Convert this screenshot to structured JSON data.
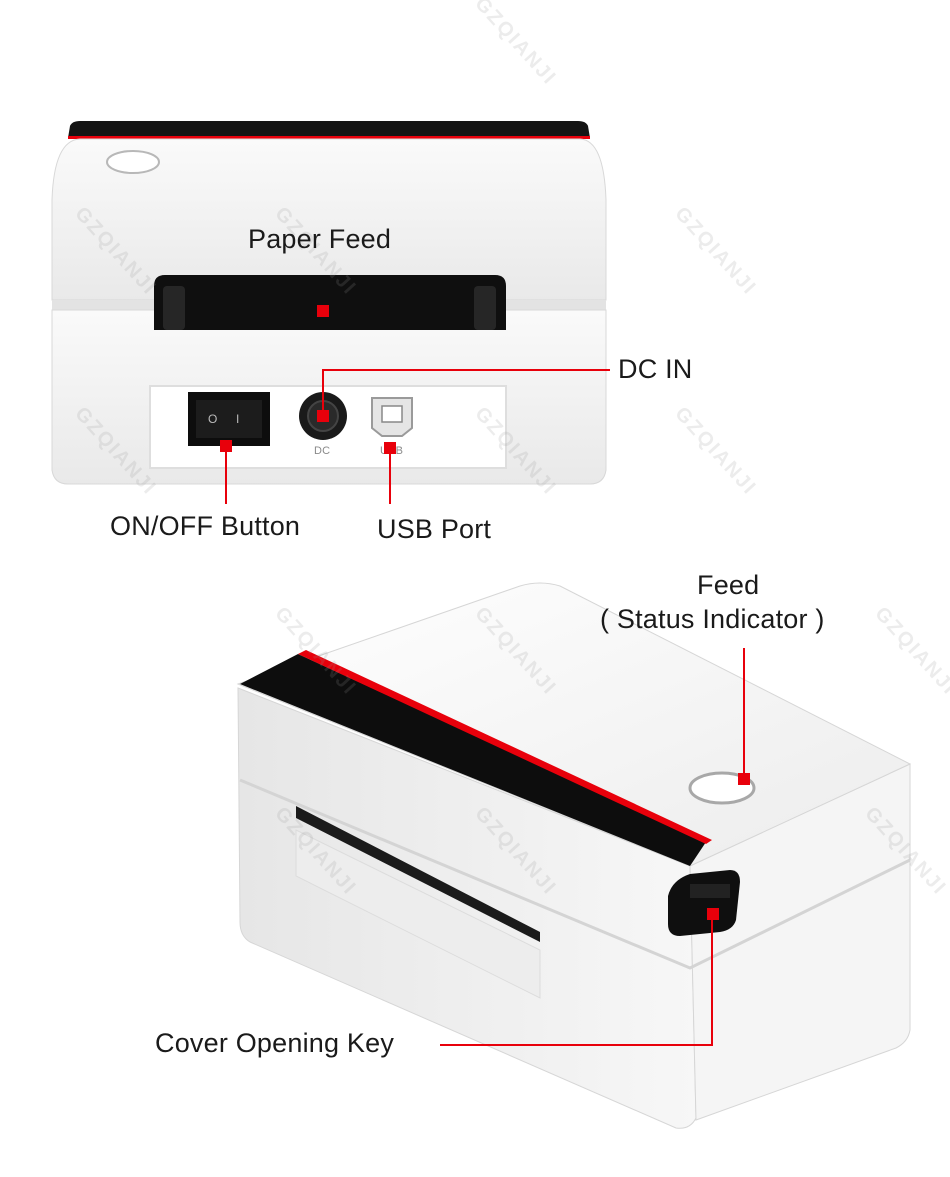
{
  "watermark": "GZQIANJI",
  "labels": {
    "paper_feed": "Paper Feed",
    "dc_in": "DC IN",
    "on_off_button": "ON/OFF Button",
    "usb_port": "USB Port",
    "feed_line1": "Feed",
    "feed_line2": "( Status Indicator )",
    "cover_opening_key": "Cover Opening Key"
  },
  "port_text": {
    "dc": "DC",
    "usb": "USB",
    "switch_off": "O",
    "switch_on": "I"
  },
  "colors": {
    "accent": "#e8000b",
    "printer_body": "#f4f4f4",
    "printer_dark": "#111111"
  }
}
